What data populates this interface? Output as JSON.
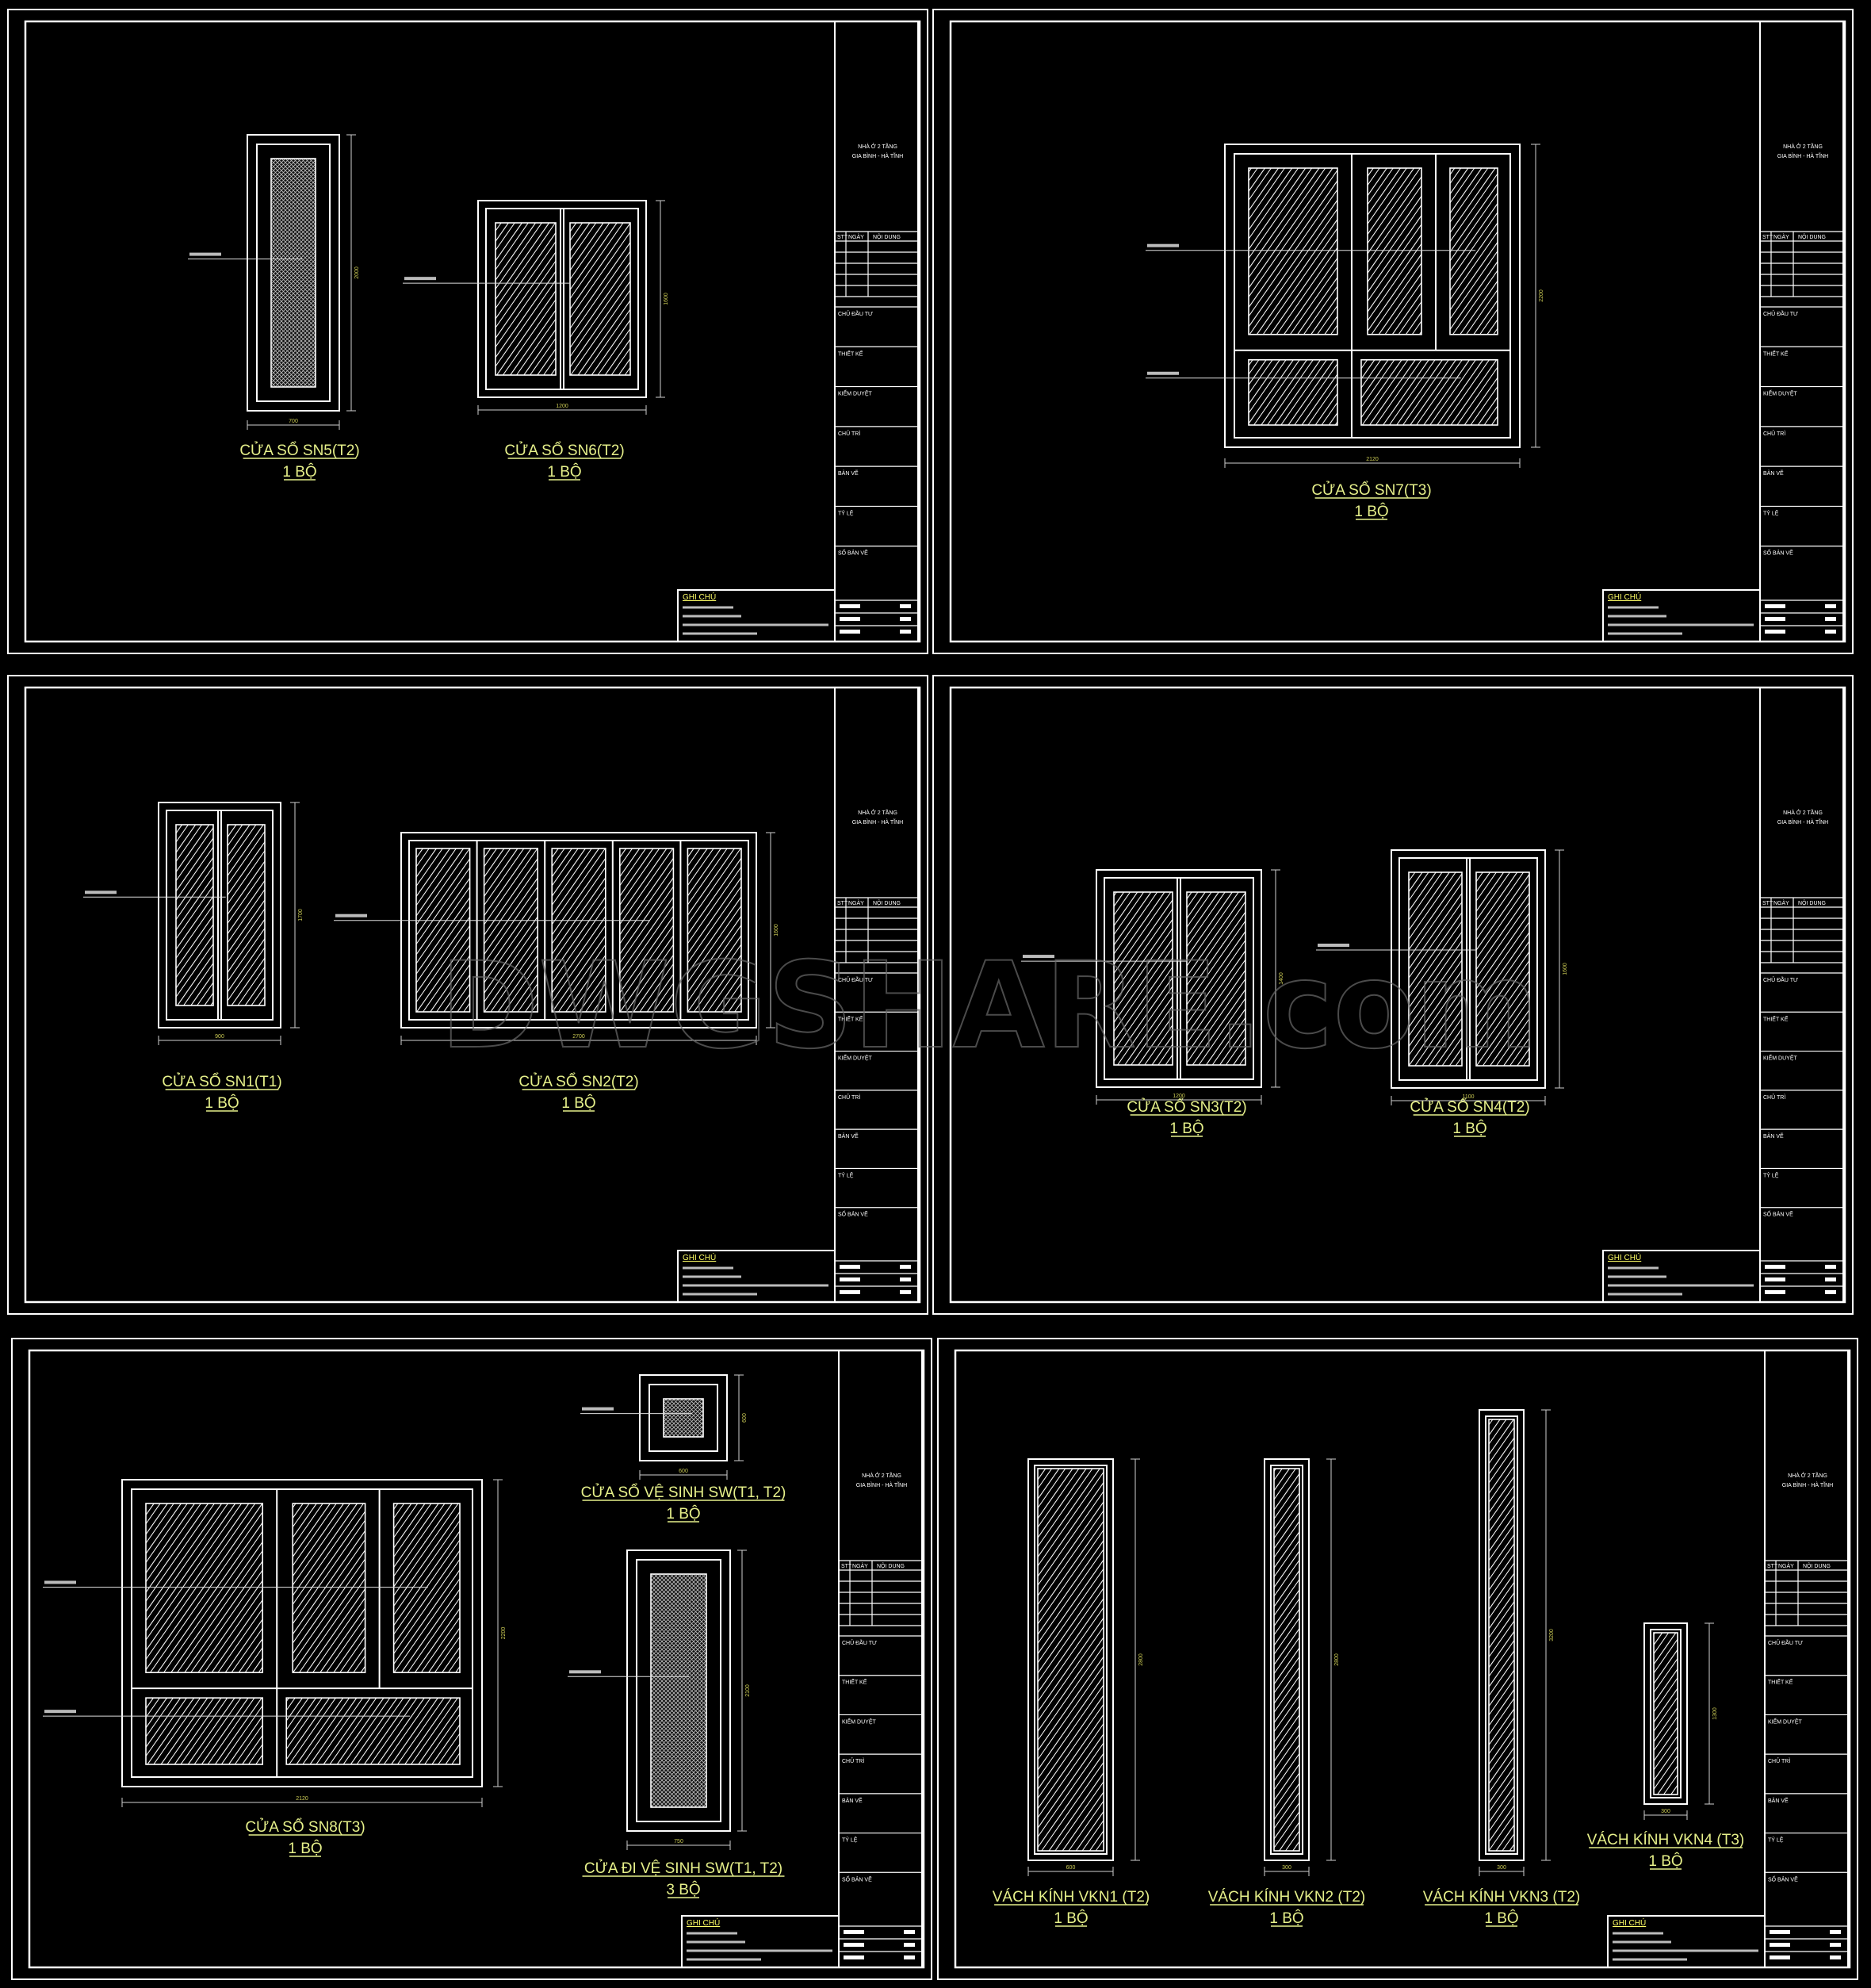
{
  "watermark": "DWGSHARE.com",
  "colors": {
    "background": "#000000",
    "lines": "#ffffff",
    "labels": "#e6f08a",
    "dimensions": "#cccc55"
  },
  "title_block": {
    "project": "NHÀ Ở 2 TẦNG",
    "location": "GIA BÌNH - HÀ TĨNH",
    "note_title": "GHI CHÚ",
    "rev_headers": [
      "STT",
      "NGÀY",
      "NỘI DUNG"
    ],
    "rows": [
      "CHỦ ĐẦU TƯ",
      "THIẾT KẾ",
      "KIỂM DUYỆT",
      "CHỦ TRÌ",
      "BẢN VẼ",
      "TỶ LỆ",
      "SỐ BẢN VẼ"
    ]
  },
  "sheets": [
    {
      "id": "sheet-1",
      "items": [
        {
          "kind": "single-mesh",
          "name": "CỬA SỔ SN5(T2)",
          "count": "1 BỘ",
          "dims": [
            "700",
            "2000"
          ]
        },
        {
          "kind": "two-panel",
          "name": "CỬA SỔ SN6(T2)",
          "count": "1 BỘ",
          "dims": [
            "1200",
            "1600"
          ]
        }
      ]
    },
    {
      "id": "sheet-2",
      "items": [
        {
          "kind": "sn7",
          "name": "CỬA SỔ SN7(T3)",
          "count": "1 BỘ",
          "dims": [
            "2120",
            "2200"
          ]
        }
      ]
    },
    {
      "id": "sheet-3",
      "items": [
        {
          "kind": "two-panel",
          "name": "CỬA SỔ SN1(T1)",
          "count": "1 BỘ",
          "dims": [
            "900",
            "1700"
          ]
        },
        {
          "kind": "five-panel",
          "name": "CỬA SỔ SN2(T2)",
          "count": "1 BỘ",
          "dims": [
            "2700",
            "1600"
          ]
        }
      ]
    },
    {
      "id": "sheet-4",
      "items": [
        {
          "kind": "two-panel",
          "name": "CỬA SỔ SN3(T2)",
          "count": "1 BỘ",
          "dims": [
            "1200",
            "1400"
          ]
        },
        {
          "kind": "two-panel",
          "name": "CỬA SỔ SN4(T2)",
          "count": "1 BỘ",
          "dims": [
            "1100",
            "1600"
          ]
        }
      ]
    },
    {
      "id": "sheet-5",
      "items": [
        {
          "kind": "sn7",
          "name": "CỬA SỔ SN8(T3)",
          "count": "1 BỘ",
          "dims": [
            "2120",
            "2200"
          ]
        },
        {
          "kind": "single-mesh",
          "name": "CỬA SỔ VỆ SINH SW(T1, T2)",
          "count": "1 BỘ",
          "dims": [
            "600",
            "600"
          ]
        },
        {
          "kind": "single-mesh",
          "name": "CỬA ĐI VỆ SINH SW(T1, T2)",
          "count": "3 BỘ",
          "dims": [
            "750",
            "2100"
          ]
        }
      ]
    },
    {
      "id": "sheet-6",
      "items": [
        {
          "kind": "single-hatch",
          "name": "VÁCH KÍNH VKN1 (T2)",
          "count": "1 BỘ",
          "dims": [
            "600",
            "2800"
          ]
        },
        {
          "kind": "single-hatch",
          "name": "VÁCH KÍNH VKN2 (T2)",
          "count": "1 BỘ",
          "dims": [
            "300",
            "2800"
          ]
        },
        {
          "kind": "single-hatch",
          "name": "VÁCH KÍNH VKN3 (T2)",
          "count": "1 BỘ",
          "dims": [
            "300",
            "3200"
          ]
        },
        {
          "kind": "single-hatch",
          "name": "VÁCH KÍNH VKN4 (T3)",
          "count": "1 BỘ",
          "dims": [
            "300",
            "1300"
          ]
        }
      ]
    }
  ]
}
